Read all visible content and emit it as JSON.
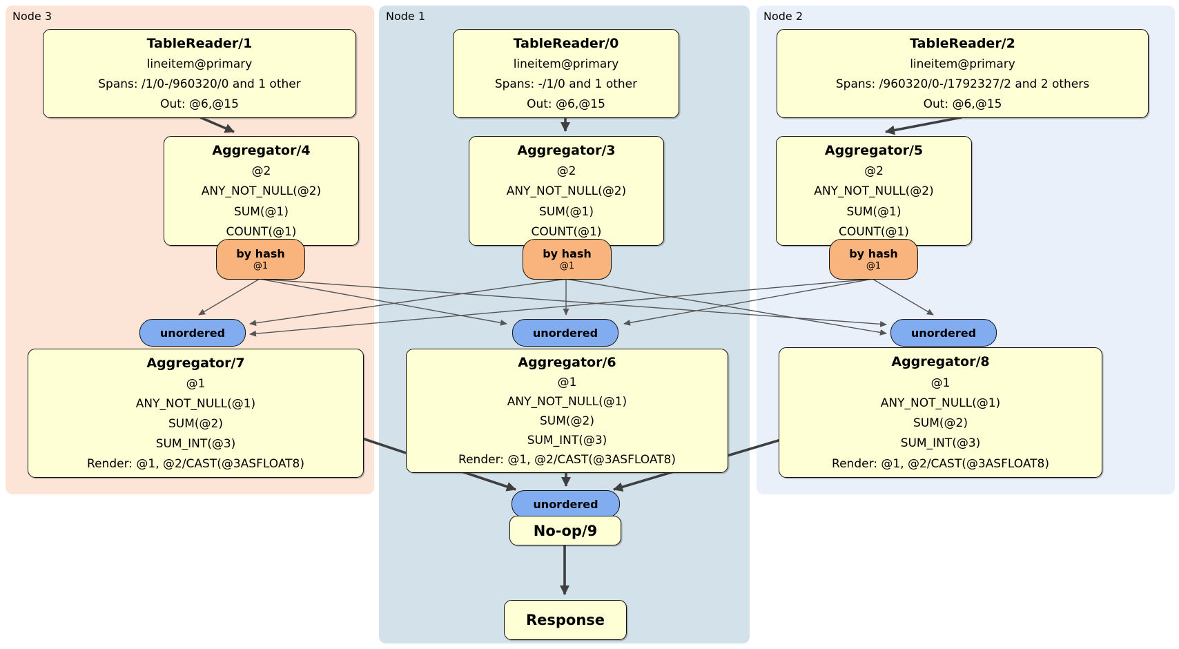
{
  "regions": {
    "node3": {
      "label": "Node 3"
    },
    "node1": {
      "label": "Node 1"
    },
    "node2": {
      "label": "Node 2"
    }
  },
  "processors": {
    "tr1": {
      "title": "TableReader/1",
      "lines": [
        "lineitem@primary",
        "Spans: /1/0-/960320/0 and 1 other",
        "Out: @6,@15"
      ]
    },
    "tr0": {
      "title": "TableReader/0",
      "lines": [
        "lineitem@primary",
        "Spans: -/1/0 and 1 other",
        "Out: @6,@15"
      ]
    },
    "tr2": {
      "title": "TableReader/2",
      "lines": [
        "lineitem@primary",
        "Spans: /960320/0-/1792327/2 and 2 others",
        "Out: @6,@15"
      ]
    },
    "ag4": {
      "title": "Aggregator/4",
      "lines": [
        "@2",
        "ANY_NOT_NULL(@2)",
        "SUM(@1)",
        "COUNT(@1)"
      ]
    },
    "ag3": {
      "title": "Aggregator/3",
      "lines": [
        "@2",
        "ANY_NOT_NULL(@2)",
        "SUM(@1)",
        "COUNT(@1)"
      ]
    },
    "ag5": {
      "title": "Aggregator/5",
      "lines": [
        "@2",
        "ANY_NOT_NULL(@2)",
        "SUM(@1)",
        "COUNT(@1)"
      ]
    },
    "ag7": {
      "title": "Aggregator/7",
      "lines": [
        "@1",
        "ANY_NOT_NULL(@1)",
        "SUM(@2)",
        "SUM_INT(@3)",
        "Render: @1, @2/CAST(@3ASFLOAT8)"
      ]
    },
    "ag6": {
      "title": "Aggregator/6",
      "lines": [
        "@1",
        "ANY_NOT_NULL(@1)",
        "SUM(@2)",
        "SUM_INT(@3)",
        "Render: @1, @2/CAST(@3ASFLOAT8)"
      ]
    },
    "ag8": {
      "title": "Aggregator/8",
      "lines": [
        "@1",
        "ANY_NOT_NULL(@1)",
        "SUM(@2)",
        "SUM_INT(@3)",
        "Render: @1, @2/CAST(@3ASFLOAT8)"
      ]
    },
    "noop": {
      "title": "No-op/9"
    },
    "response": {
      "title": "Response"
    }
  },
  "routers": {
    "bh4": {
      "label": "by hash",
      "key": "@1"
    },
    "bh3": {
      "label": "by hash",
      "key": "@1"
    },
    "bh5": {
      "label": "by hash",
      "key": "@1"
    }
  },
  "syncs": {
    "un7": {
      "label": "unordered"
    },
    "un6": {
      "label": "unordered"
    },
    "un8": {
      "label": "unordered"
    },
    "un9": {
      "label": "unordered"
    }
  },
  "colors": {
    "node3_bg": "#fce4d7",
    "node1_bg": "#d2e1ea",
    "node2_bg": "#e9f0f9",
    "processor_fill": "#ffffd6",
    "router_fill": "#f8b47c",
    "sync_fill": "#82acf0",
    "edge_thick": "#3f3f3f",
    "edge_thin": "#555555"
  }
}
